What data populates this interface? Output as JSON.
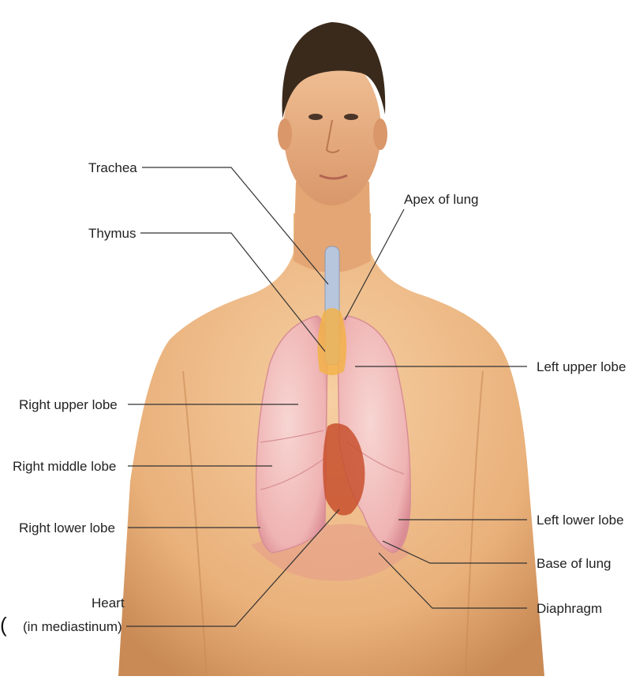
{
  "labels": {
    "trachea": "Trachea",
    "thymus": "Thymus",
    "apex_of_lung": "Apex of lung",
    "left_upper_lobe": "Left upper lobe",
    "right_upper_lobe": "Right upper lobe",
    "right_middle_lobe": "Right middle lobe",
    "right_lower_lobe": "Right lower lobe",
    "left_lower_lobe": "Left lower lobe",
    "base_of_lung": "Base of lung",
    "heart_line1": "Heart",
    "heart_line2": "(in mediastinum)",
    "diaphragm": "Diaphragm"
  },
  "colors": {
    "skin": "#e9b07a",
    "skin_shadow": "#c98a55",
    "hair": "#3a2a1c",
    "lung": "#f0b8b8",
    "lung_edge": "#d88f95",
    "thymus": "#f2b24a",
    "trachea": "#b8c6dd",
    "heart": "#c8502e",
    "diaphragm": "#e59a8a"
  },
  "icons": {
    "figure": "human-torso-anatomy-illustration"
  }
}
